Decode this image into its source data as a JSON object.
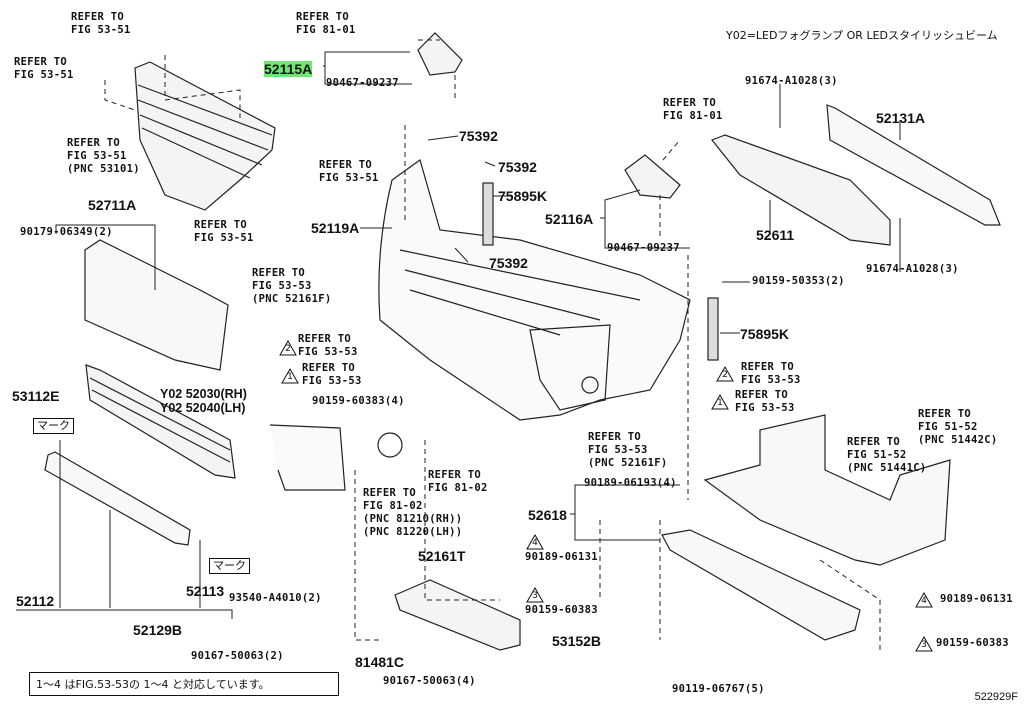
{
  "header_note": "Y02=LEDフォグランプ OR LEDスタイリッシュビーム",
  "highlight_color": "#6ee86e",
  "figure_code": "522929F",
  "footnote": "1～4 はFIG.53-53の 1～4 と対応しています。",
  "refer_labels": {
    "r1": "REFER TO\nFIG 53-51",
    "r2": "REFER TO\nFIG 53-51",
    "r3": "REFER TO\nFIG 53-51\n(PNC 53101)",
    "r4": "REFER TO\nFIG 53-51",
    "r5": "REFER TO\nFIG 53-51",
    "r6": "REFER TO\nFIG 81-01",
    "r7": "REFER TO\nFIG 81-01",
    "r8": "REFER TO\nFIG 53-53\n(PNC 52161F)",
    "r9": "REFER TO\nFIG 53-53",
    "r10": "REFER TO\nFIG 53-53",
    "r11": "REFER TO\nFIG 53-53",
    "r12": "REFER TO\nFIG 53-53",
    "r13": "REFER TO\nFIG 81-02",
    "r14": "REFER TO\nFIG 81-02\n(PNC 81210(RH))\n(PNC 81220(LH))",
    "r15": "REFER TO\nFIG 53-53\n(PNC 52161F)",
    "r16": "REFER TO\nFIG 51-52\n(PNC 51441C)",
    "r17": "REFER TO\nFIG 51-52\n(PNC 51442C)"
  },
  "parts": {
    "p52115A": "52115A",
    "p90467a": "90467-09237",
    "p75392a": "75392",
    "p75392b": "75392",
    "p75895Ka": "75895K",
    "p52119A": "52119A",
    "p75392c": "75392",
    "p91674a": "91674-A1028(3)",
    "p52131A": "52131A",
    "p52116A": "52116A",
    "p90467b": "90467-09237",
    "p52611": "52611",
    "p91674b": "91674-A1028(3)",
    "p90159_50353": "90159-50353(2)",
    "p52711A": "52711A",
    "p90179": "90179-06349(2)",
    "p90159_60383_4": "90159-60383(4)",
    "p75895Kb": "75895K",
    "p53112E": "53112E",
    "pY02rh": "Y02 52030(RH)",
    "pY02lh": "Y02 52040(LH)",
    "p90189_06193": "90189-06193(4)",
    "p52618": "52618",
    "p52161T": "52161T",
    "p90189_06131a": "90189-06131",
    "p52112": "52112",
    "p52113": "52113",
    "p93540": "93540-A4010(2)",
    "p52129B": "52129B",
    "p90167_2": "90167-50063(2)",
    "p81481C": "81481C",
    "p90167_4": "90167-50063(4)",
    "p53152B": "53152B",
    "p90159_60383a": "90159-60383",
    "p90119": "90119-06767(5)",
    "p90189_06131b": "90189-06131",
    "p90159_60383b": "90159-60383"
  },
  "mark_label": "マーク",
  "triangle_numbers": {
    "t1": "2",
    "t2": "1",
    "t3": "2",
    "t4": "1",
    "t5": "4",
    "t6": "3",
    "t7": "4",
    "t8": "3"
  }
}
